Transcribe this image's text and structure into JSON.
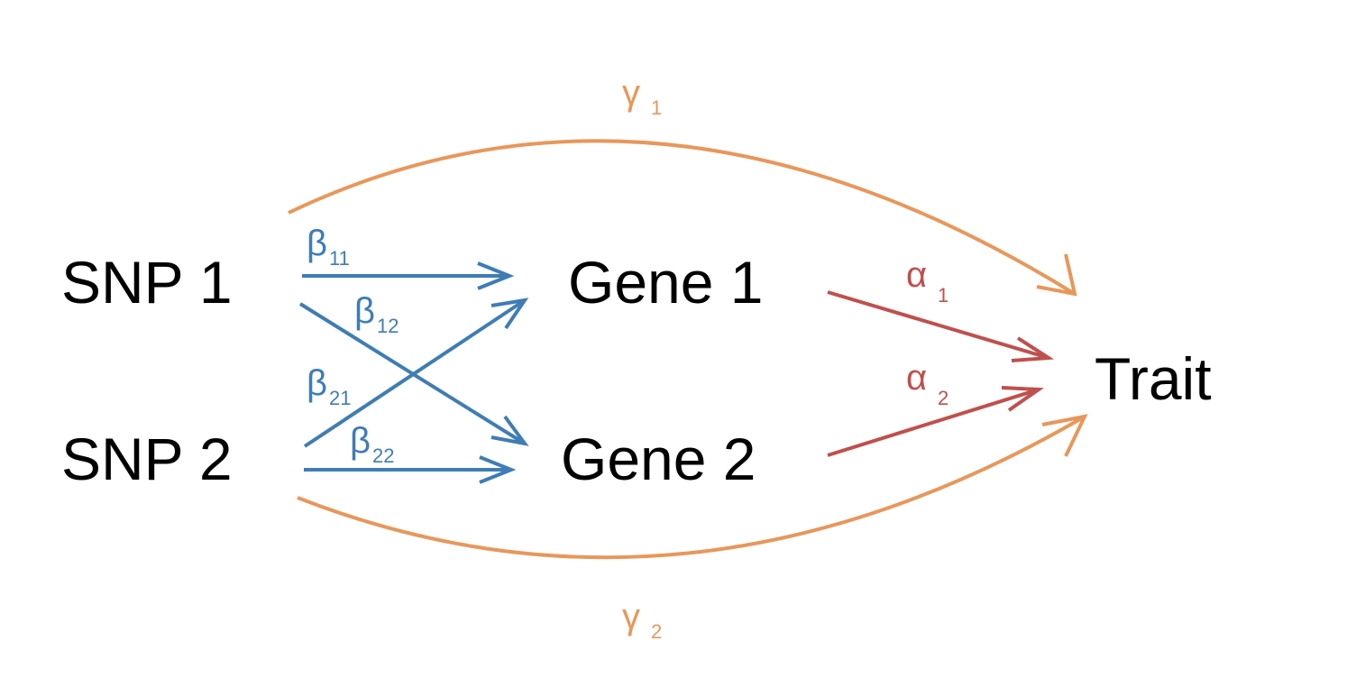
{
  "nodes": {
    "snp1": "SNP 1",
    "snp2": "SNP 2",
    "gene1": "Gene 1",
    "gene2": "Gene 2",
    "trait": "Trait"
  },
  "edge_labels": {
    "gamma1": {
      "symbol": "γ",
      "sub": "1"
    },
    "gamma2": {
      "symbol": "γ",
      "sub": "2"
    },
    "beta11": {
      "symbol": "β",
      "sub": "11"
    },
    "beta12": {
      "symbol": "β",
      "sub": "12"
    },
    "beta21": {
      "symbol": "β",
      "sub": "21"
    },
    "beta22": {
      "symbol": "β",
      "sub": "22"
    },
    "alpha1": {
      "symbol": "α",
      "sub": "1"
    },
    "alpha2": {
      "symbol": "α",
      "sub": "2"
    }
  },
  "colors": {
    "gamma": "#E8975A",
    "beta": "#3E7DB5",
    "alpha": "#C0504D",
    "node_text": "#000000"
  }
}
